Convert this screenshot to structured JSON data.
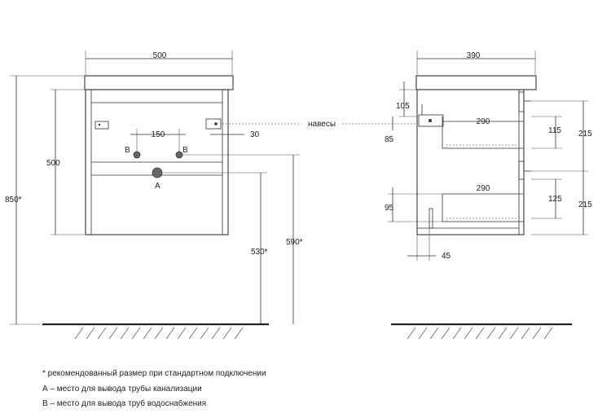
{
  "front_view": {
    "width_label": "500",
    "height_label": "500",
    "total_height_label": "850*",
    "pipe_spacing_label": "150",
    "offset_label": "30",
    "drain_height_label": "530*",
    "supply_height_label": "590*",
    "point_b_left": "B",
    "point_b_right": "B",
    "point_a": "A"
  },
  "hinges_label": "навесы",
  "side_view": {
    "depth_label": "390",
    "top_offset_label": "105",
    "upper_drawer_label": "290",
    "upper_gap_label": "85",
    "upper_inner_label": "115",
    "upper_front_label": "215",
    "lower_drawer_label": "290",
    "lower_gap_label": "95",
    "lower_inner_label": "125",
    "lower_front_label": "215",
    "leg_label": "45"
  },
  "notes": {
    "recommended": "* рекомендованный размер при стандартном подключении",
    "a_point": "А – место для вывода трубы канализации",
    "b_point": "B – место для вывода труб водоснабжения"
  }
}
